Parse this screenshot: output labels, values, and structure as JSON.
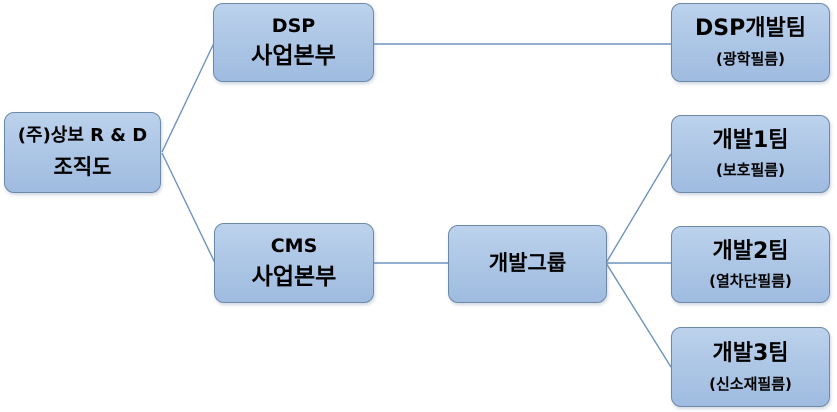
{
  "nodes": {
    "root": {
      "line1": "(주)상보 R & D",
      "line2": "조직도"
    },
    "dsp_division": {
      "line1": "DSP",
      "line2": "사업본부"
    },
    "cms_division": {
      "line1": "CMS",
      "line2": "사업본부"
    },
    "dev_group": {
      "line1": "개발그룹"
    },
    "dsp_team": {
      "line1": "DSP개발팀",
      "line2": "(광학필름)"
    },
    "team1": {
      "line1": "개발1팀",
      "line2": "(보호필름)"
    },
    "team2": {
      "line1": "개발2팀",
      "line2": "(열차단필름)"
    },
    "team3": {
      "line1": "개발3팀",
      "line2": "(신소재필름)"
    }
  },
  "edges": [
    {
      "from": "root",
      "to": "dsp_division"
    },
    {
      "from": "root",
      "to": "cms_division"
    },
    {
      "from": "dsp_division",
      "to": "dsp_team"
    },
    {
      "from": "cms_division",
      "to": "dev_group"
    },
    {
      "from": "dev_group",
      "to": "team1"
    },
    {
      "from": "dev_group",
      "to": "team2"
    },
    {
      "from": "dev_group",
      "to": "team3"
    }
  ],
  "colors": {
    "box_fill_top": "#bcd2ec",
    "box_fill_bottom": "#9fbbdf",
    "box_border": "#6d89a8",
    "connector": "#6e93be",
    "text": "#000000",
    "background": "#ffffff"
  }
}
